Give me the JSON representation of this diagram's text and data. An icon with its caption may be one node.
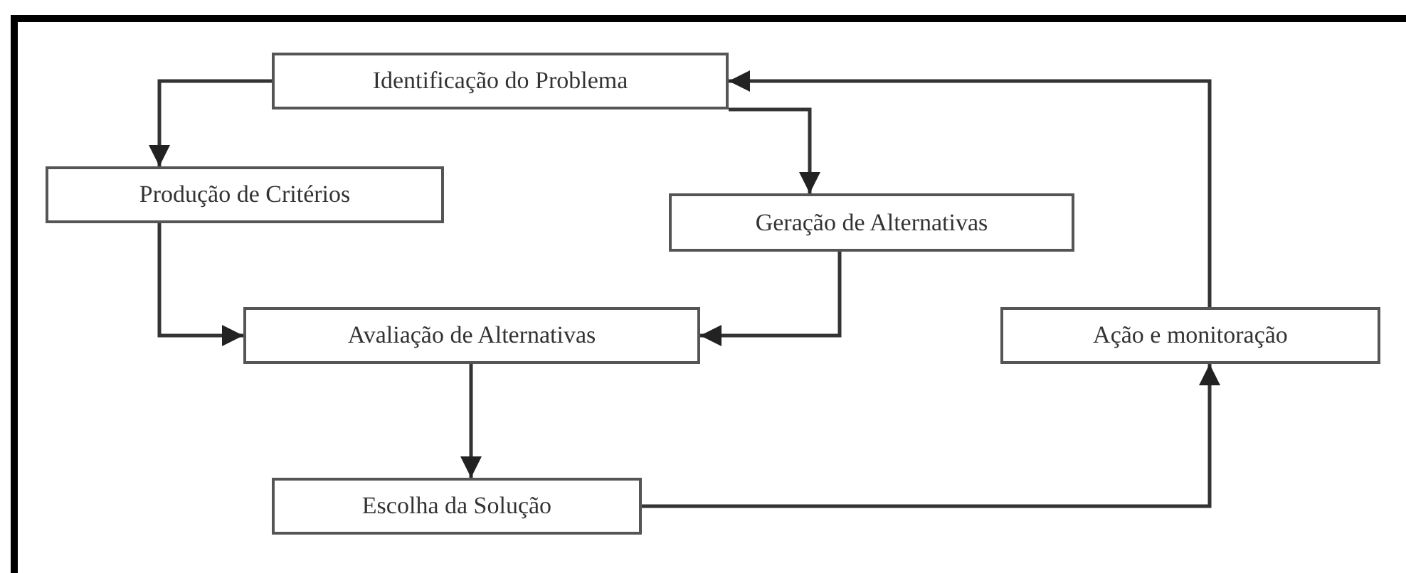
{
  "diagram": {
    "nodes": [
      {
        "text": [
          "Identificação do Problema"
        ]
      },
      {
        "text": [
          "Produção de Critérios"
        ]
      },
      {
        "text": [
          "Geração de Alternativas"
        ]
      },
      {
        "text": [
          "Avaliação de Alternativas"
        ]
      },
      {
        "text": [
          "Ação e monitoração"
        ]
      },
      {
        "text": [
          "Escolha da Solução"
        ]
      }
    ],
    "edges": [
      {
        "from": 0,
        "to": 1,
        "arrow": "to"
      },
      {
        "from": 0,
        "to": 2,
        "arrow": "to"
      },
      {
        "from": 1,
        "to": 3,
        "arrow": "to"
      },
      {
        "from": 2,
        "to": 3,
        "arrow": "to"
      },
      {
        "from": 3,
        "to": 5,
        "arrow": "to"
      },
      {
        "from": 5,
        "to": 4,
        "arrow": "to"
      },
      {
        "from": 4,
        "to": 0,
        "arrow": "to"
      }
    ]
  }
}
